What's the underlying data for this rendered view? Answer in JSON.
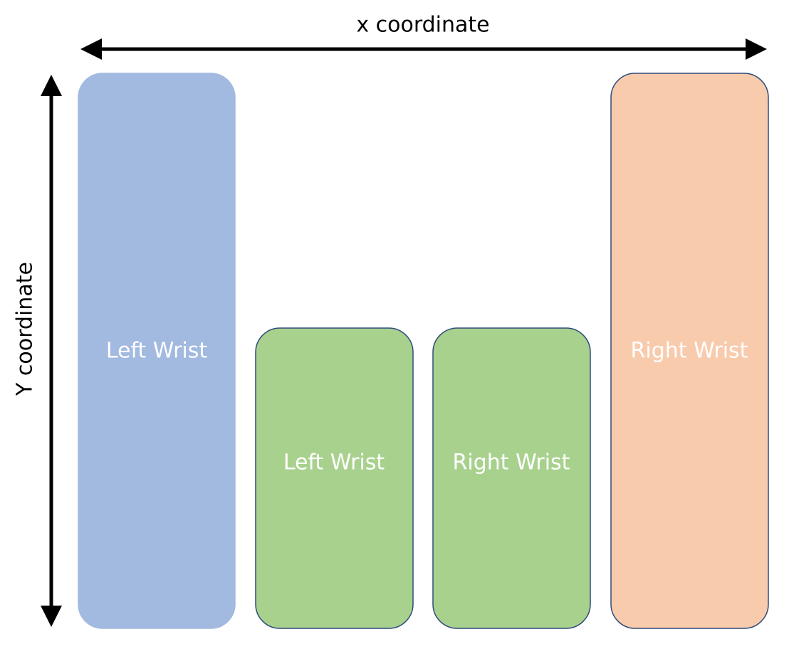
{
  "x_axis": {
    "label": "x coordinate"
  },
  "y_axis": {
    "label": "Y coordinate"
  },
  "boxes": [
    {
      "label": "Left Wrist",
      "fill": "#A2B9E0",
      "stroke": "#A2B9E0"
    },
    {
      "label": "Left Wrist",
      "fill": "#A9D18E",
      "stroke": "#2F4B7C"
    },
    {
      "label": "Right Wrist",
      "fill": "#A9D18E",
      "stroke": "#2F4B7C"
    },
    {
      "label": "Right Wrist",
      "fill": "#F8CBAD",
      "stroke": "#2F4B7C"
    }
  ]
}
